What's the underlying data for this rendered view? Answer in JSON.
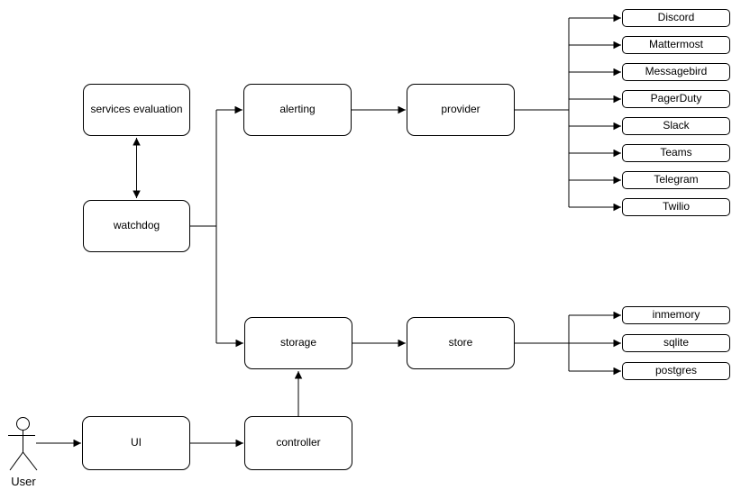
{
  "diagram": {
    "background": "#ffffff",
    "stroke_color": "#000000",
    "node_fill": "#ffffff",
    "nodes": {
      "services_evaluation": "services evaluation",
      "watchdog": "watchdog",
      "alerting": "alerting",
      "provider": "provider",
      "storage": "storage",
      "store": "store",
      "ui": "UI",
      "controller": "controller"
    },
    "alert_providers": [
      "Discord",
      "Mattermost",
      "Messagebird",
      "PagerDuty",
      "Slack",
      "Teams",
      "Telegram",
      "Twilio"
    ],
    "store_backends": [
      "inmemory",
      "sqlite",
      "postgres"
    ],
    "actor": {
      "label": "User"
    },
    "edges": [
      {
        "from": "services evaluation",
        "to": "watchdog",
        "direction": "bidirectional"
      },
      {
        "from": "watchdog",
        "to": "alerting",
        "direction": "forward"
      },
      {
        "from": "alerting",
        "to": "provider",
        "direction": "forward"
      },
      {
        "from": "provider",
        "to": "Discord",
        "direction": "forward"
      },
      {
        "from": "provider",
        "to": "Mattermost",
        "direction": "forward"
      },
      {
        "from": "provider",
        "to": "Messagebird",
        "direction": "forward"
      },
      {
        "from": "provider",
        "to": "PagerDuty",
        "direction": "forward"
      },
      {
        "from": "provider",
        "to": "Slack",
        "direction": "forward"
      },
      {
        "from": "provider",
        "to": "Teams",
        "direction": "forward"
      },
      {
        "from": "provider",
        "to": "Telegram",
        "direction": "forward"
      },
      {
        "from": "provider",
        "to": "Twilio",
        "direction": "forward"
      },
      {
        "from": "watchdog",
        "to": "storage",
        "direction": "forward"
      },
      {
        "from": "storage",
        "to": "store",
        "direction": "forward"
      },
      {
        "from": "store",
        "to": "inmemory",
        "direction": "forward"
      },
      {
        "from": "store",
        "to": "sqlite",
        "direction": "forward"
      },
      {
        "from": "store",
        "to": "postgres",
        "direction": "forward"
      },
      {
        "from": "User",
        "to": "UI",
        "direction": "forward"
      },
      {
        "from": "UI",
        "to": "controller",
        "direction": "forward"
      },
      {
        "from": "controller",
        "to": "storage",
        "direction": "forward"
      }
    ]
  }
}
